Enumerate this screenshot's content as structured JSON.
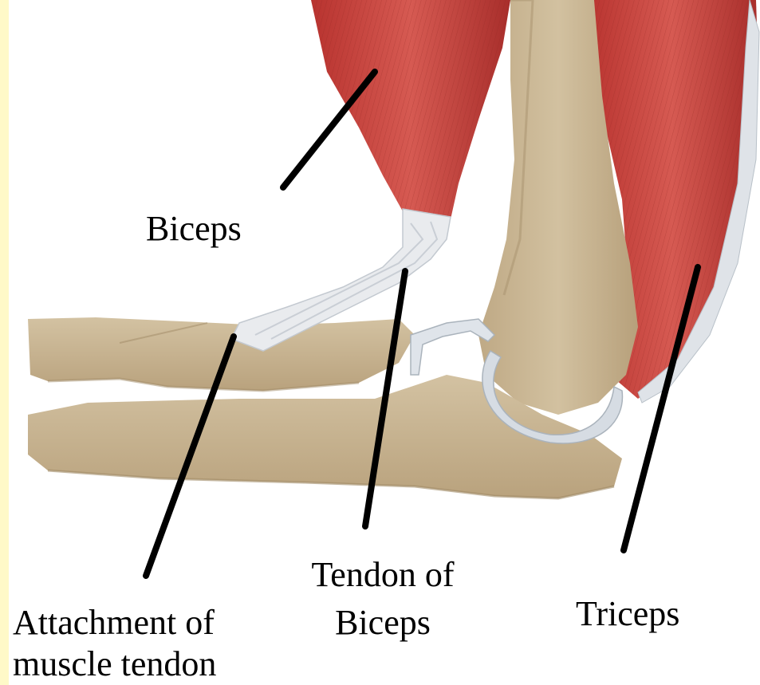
{
  "labels": {
    "biceps": "Biceps",
    "tendon_of_biceps_line1": "Tendon of",
    "tendon_of_biceps_line2": "Biceps",
    "triceps": "Triceps",
    "attachment_line1": "Attachment of",
    "attachment_line2": "muscle tendon"
  },
  "colors": {
    "muscle": "#c8423c",
    "muscle_dark": "#a82e2b",
    "bone": "#c9b594",
    "bone_shadow": "#b29c78",
    "tendon": "#e4e6ea",
    "cartilage": "#cfd6de",
    "leader_line": "#000000",
    "edge_strip": "#fff9c8"
  }
}
